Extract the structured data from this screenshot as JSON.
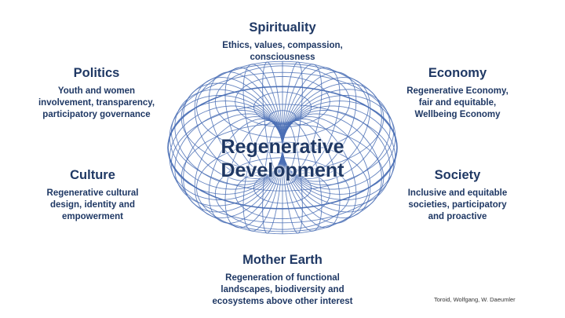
{
  "center": {
    "title": "Regenerative\nDevelopment"
  },
  "credit": "Toroid, Wolfgang, W. Daeumler",
  "spirituality": {
    "title": "Spirituality",
    "desc": "Ethics, values, compassion,\nconsciousness"
  },
  "politics": {
    "title": "Politics",
    "desc": "Youth and women\ninvolvement, transparency,\nparticipatory governance"
  },
  "economy": {
    "title": "Economy",
    "desc": "Regenerative Economy,\nfair and equitable,\nWellbeing Economy"
  },
  "culture": {
    "title": "Culture",
    "desc": "Regenerative cultural\ndesign, identity and\nempowerment"
  },
  "society": {
    "title": "Society",
    "desc": "Inclusive and equitable\nsocieties, participatory\nand proactive"
  },
  "mother_earth": {
    "title": "Mother Earth",
    "desc": "Regeneration of functional\nlandscapes, biodiversity and\necosystems above other interest"
  },
  "colors": {
    "text": "#1f3864",
    "wireframe": "#4a6fb5"
  }
}
